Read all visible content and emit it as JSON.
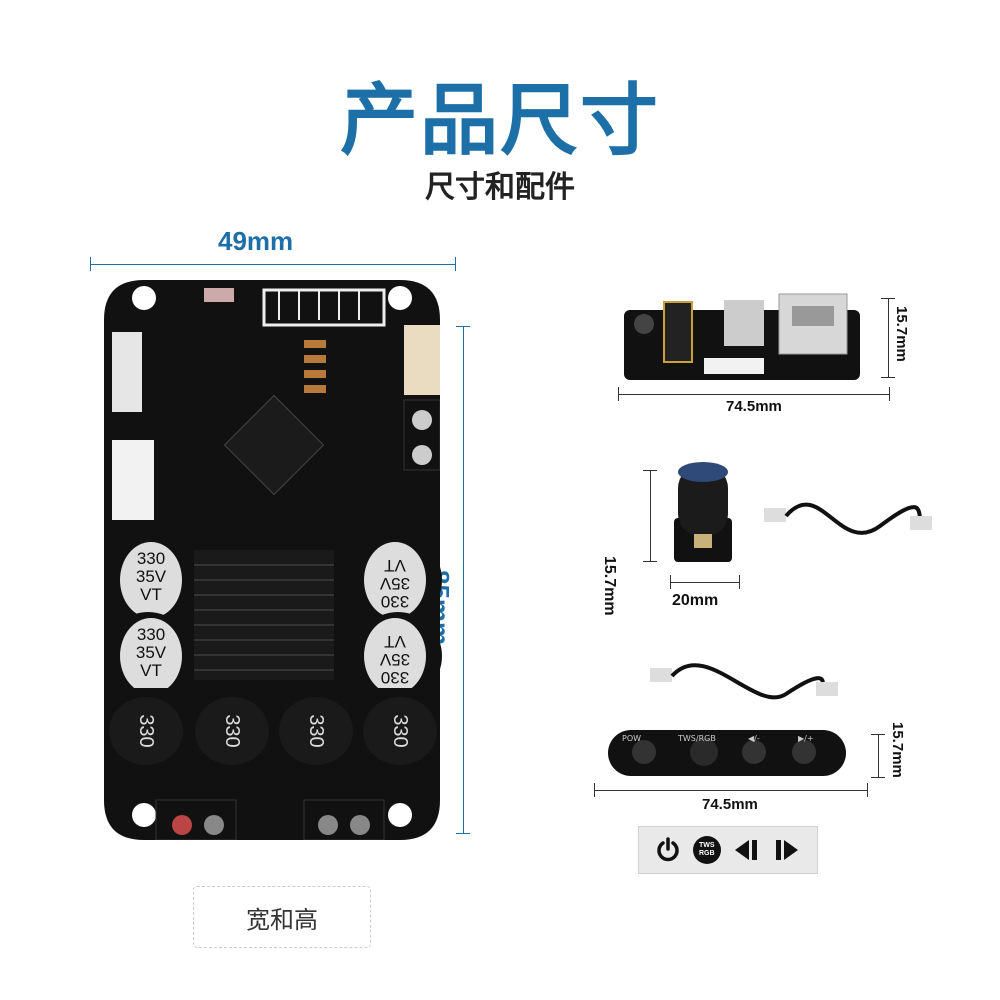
{
  "header": {
    "title": "产品尺寸",
    "subtitle": "尺寸和配件"
  },
  "main_board": {
    "width_label": "49mm",
    "height_label": "85mm",
    "capacitor_text": [
      "330",
      "35V",
      "VT"
    ],
    "inductor_text": "330",
    "caption": "宽和高"
  },
  "usb_board": {
    "width_label": "74.5mm",
    "height_label": "15.7mm"
  },
  "knob_board": {
    "width_label": "20mm",
    "height_label": "15.7mm"
  },
  "button_board": {
    "width_label": "74.5mm",
    "height_label": "15.7mm",
    "button_labels": [
      "POW",
      "TWS/RGB",
      "◀/-",
      "▶/+"
    ]
  },
  "button_panel": {
    "icons": [
      "power-icon",
      "tws-rgb-icon",
      "previous-icon",
      "next-icon"
    ],
    "tws_top": "TWS",
    "tws_bottom": "RGB"
  },
  "colors": {
    "accent": "#1d6fa8",
    "pcb": "#111111"
  }
}
